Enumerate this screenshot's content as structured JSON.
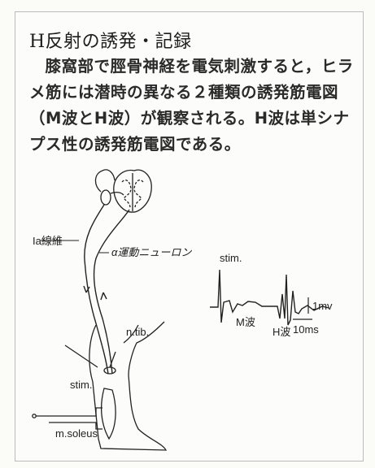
{
  "title": "H反射の誘発・記録",
  "description": "膝窩部で脛骨神経を電気刺激すると，ヒラメ筋には潜時の異なる２種類の誘発筋電図（M波とH波）が観察される。H波は単シナプス性の誘発筋電図である。",
  "figure": {
    "labels": {
      "ia_fiber": "Ia線維",
      "alpha_motor_neuron": "α運動ニューロン",
      "n_tib": "n.tib.",
      "stim_leg": "stim.",
      "m_soleus": "m.soleus",
      "stim_trace": "stim.",
      "m_wave": "M波",
      "h_wave": "H波",
      "scale_amplitude": "1mv",
      "scale_time": "10ms"
    }
  },
  "colors": {
    "ink": "#222222",
    "frame": "#bbbbbb",
    "paper": "#fcfcfa"
  }
}
